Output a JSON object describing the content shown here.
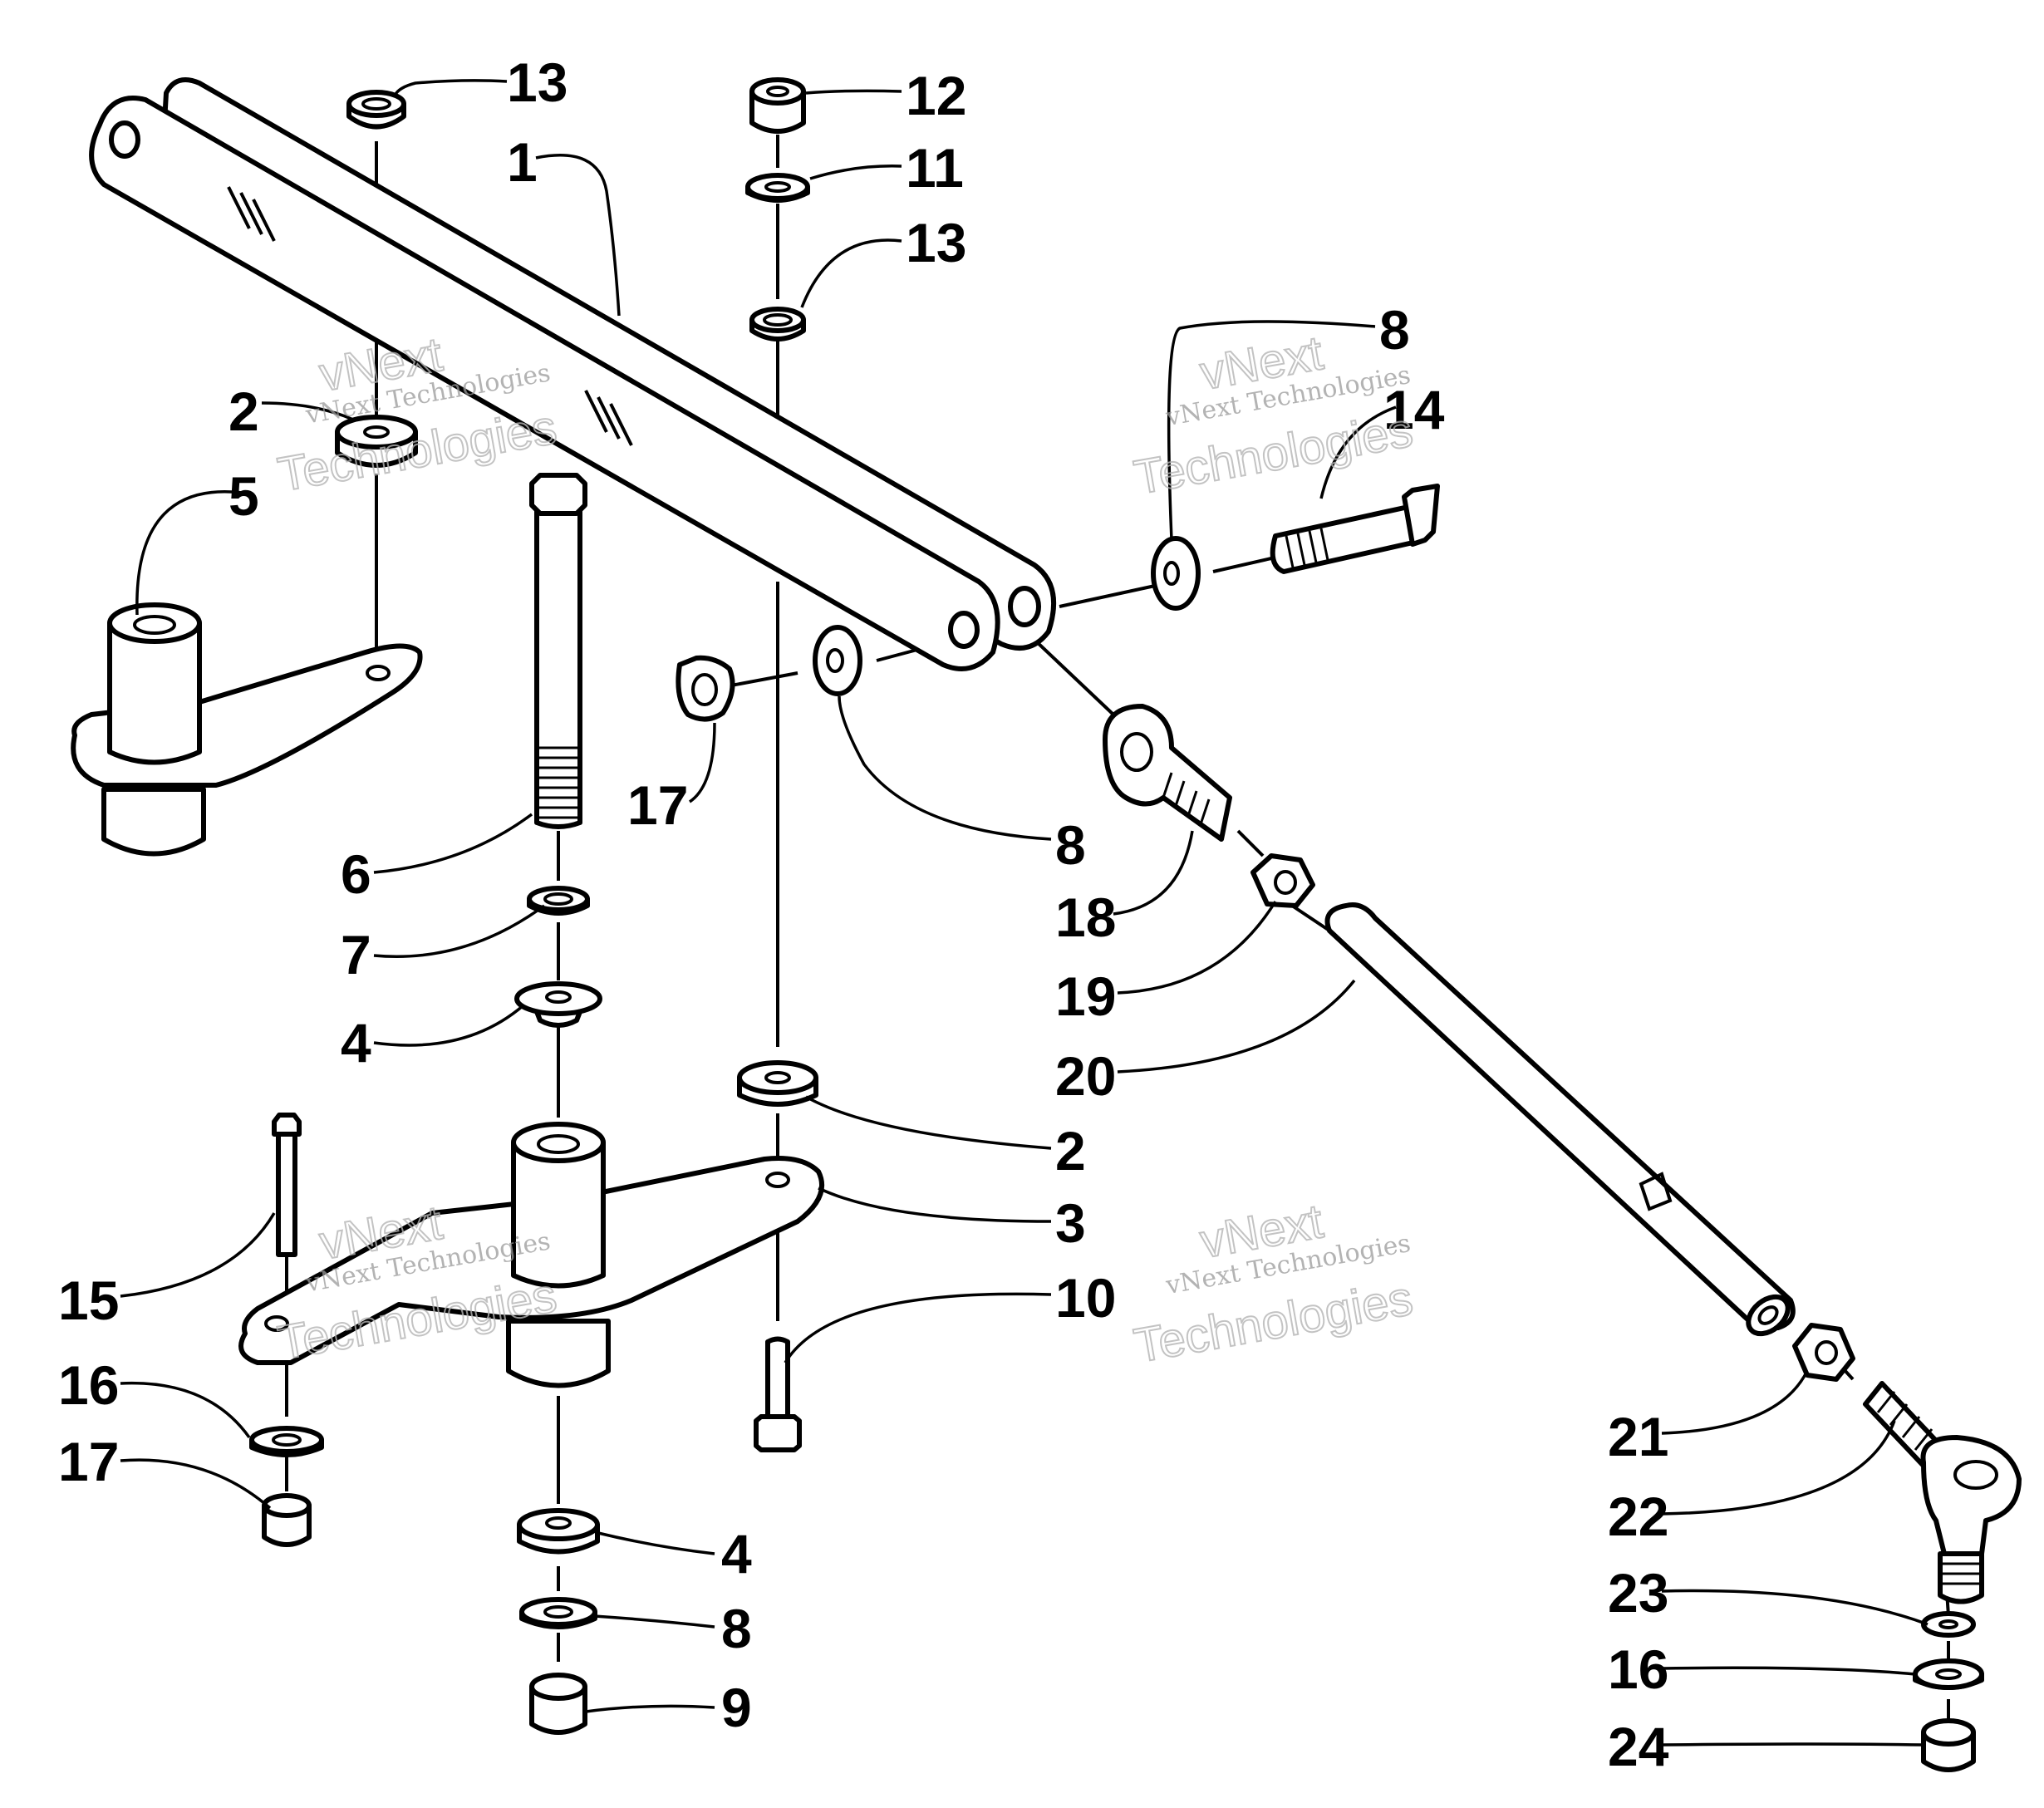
{
  "callouts": [
    {
      "id": "c13a",
      "label": "13"
    },
    {
      "id": "c1",
      "label": "1"
    },
    {
      "id": "c12",
      "label": "12"
    },
    {
      "id": "c11",
      "label": "11"
    },
    {
      "id": "c13b",
      "label": "13"
    },
    {
      "id": "c8a",
      "label": "8"
    },
    {
      "id": "c14",
      "label": "14"
    },
    {
      "id": "c2a",
      "label": "2"
    },
    {
      "id": "c5",
      "label": "5"
    },
    {
      "id": "c17a",
      "label": "17"
    },
    {
      "id": "c8b",
      "label": "8"
    },
    {
      "id": "c6",
      "label": "6"
    },
    {
      "id": "c18",
      "label": "18"
    },
    {
      "id": "c7",
      "label": "7"
    },
    {
      "id": "c19",
      "label": "19"
    },
    {
      "id": "c4a",
      "label": "4"
    },
    {
      "id": "c20",
      "label": "20"
    },
    {
      "id": "c2b",
      "label": "2"
    },
    {
      "id": "c3",
      "label": "3"
    },
    {
      "id": "c15",
      "label": "15"
    },
    {
      "id": "c10",
      "label": "10"
    },
    {
      "id": "c16a",
      "label": "16"
    },
    {
      "id": "c17b",
      "label": "17"
    },
    {
      "id": "c21",
      "label": "21"
    },
    {
      "id": "c22",
      "label": "22"
    },
    {
      "id": "c4b",
      "label": "4"
    },
    {
      "id": "c8c",
      "label": "8"
    },
    {
      "id": "c23",
      "label": "23"
    },
    {
      "id": "c16b",
      "label": "16"
    },
    {
      "id": "c9",
      "label": "9"
    },
    {
      "id": "c24",
      "label": "24"
    }
  ],
  "watermarks": [
    {
      "line1": "vNext",
      "line2": "vNext Technologies",
      "line3": "Technologies"
    },
    {
      "line1": "vNext",
      "line2": "vNext Technologies",
      "line3": "Technologies"
    },
    {
      "line1": "vNext",
      "line2": "vNext Technologies",
      "line3": "Technologies"
    },
    {
      "line1": "vNext",
      "line2": "vNext Technologies",
      "line3": "Technologies"
    }
  ],
  "colors": {
    "line": "#000000",
    "background": "#ffffff",
    "watermark": "#9a9a9a"
  }
}
